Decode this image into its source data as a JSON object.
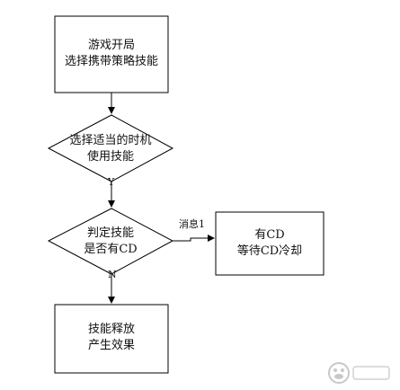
{
  "nodes": {
    "start": {
      "line1": "游戏开局",
      "line2": "选择携带策略技能"
    },
    "decide_time": {
      "line1": "选择适当的时机",
      "line2": "使用技能"
    },
    "check_cd": {
      "line1": "判定技能",
      "line2": "是否有CD"
    },
    "wait_cd": {
      "line1": "有CD",
      "line2": "等待CD冷却"
    },
    "release": {
      "line1": "技能释放",
      "line2": "产生效果"
    }
  },
  "edges": {
    "yes_label": "Y",
    "no_label": "N",
    "message_label": "消息1"
  },
  "colors": {
    "stroke": "#000000",
    "text": "#111111",
    "background": "#ffffff"
  }
}
